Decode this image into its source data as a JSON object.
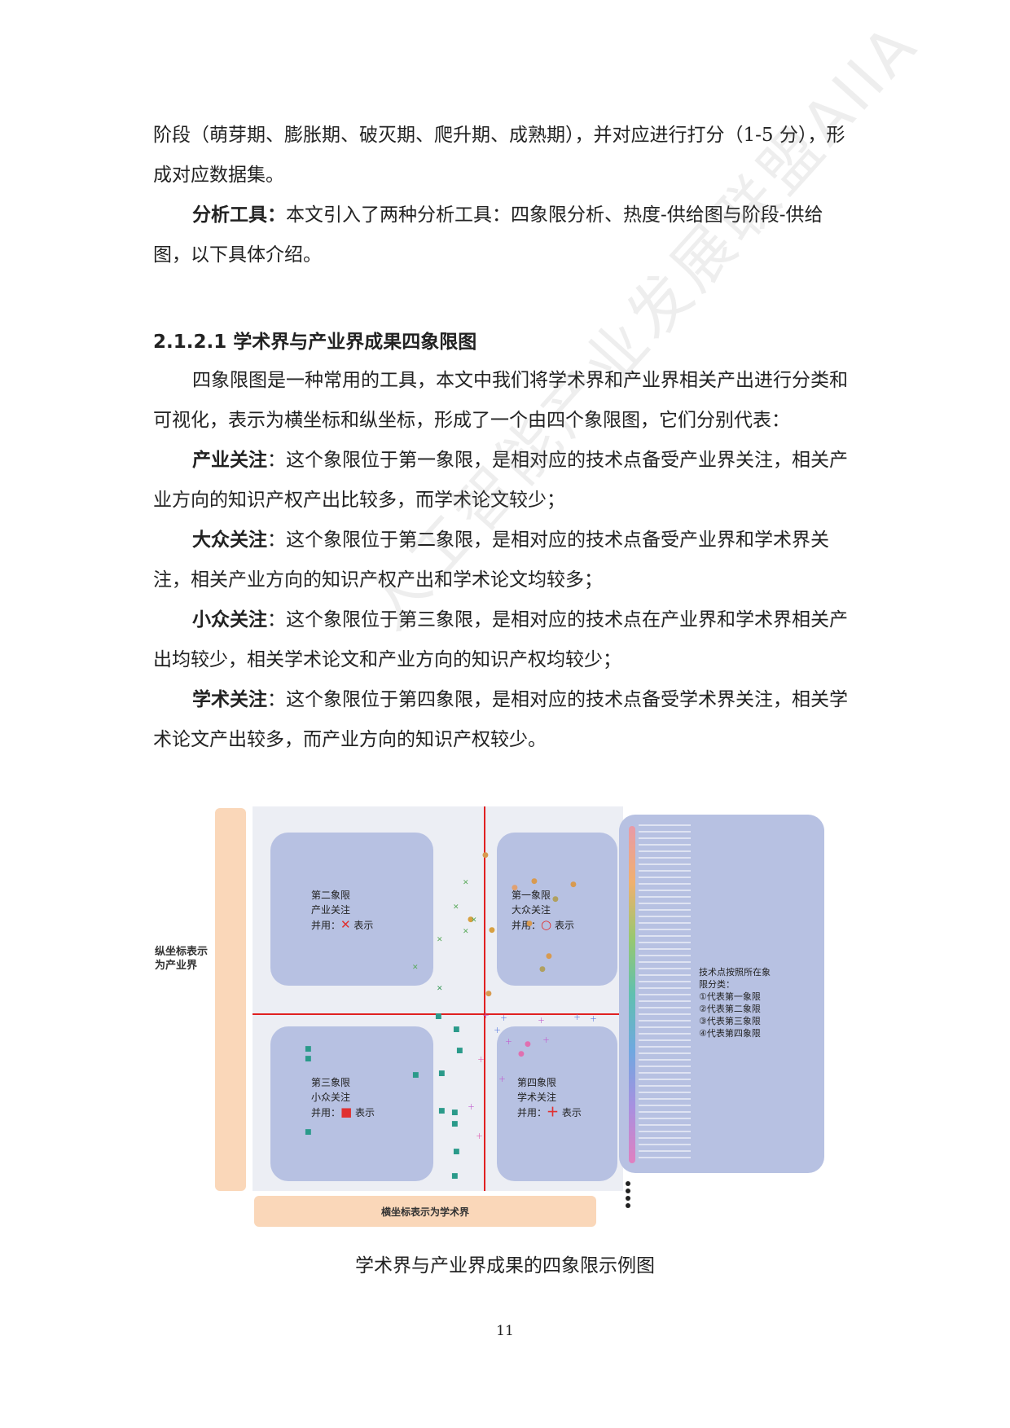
{
  "paragraphs": [
    {
      "lead": "",
      "text": "阶段（萌芽期、膨胀期、破灭期、爬升期、成熟期），并对应进行打分（1-5 分），形成对应数据集。"
    },
    {
      "lead": "分析工具：",
      "text": "本文引入了两种分析工具：四象限分析、热度-供给图与阶段-供给图，以下具体介绍。"
    }
  ],
  "section_heading": "2.1.2.1  学术界与产业界成果四象限图",
  "intro": "四象限图是一种常用的工具，本文中我们将学术界和产业界相关产出进行分类和可视化，表示为横坐标和纵坐标，形成了一个由四个象限图，它们分别代表：",
  "definitions": [
    {
      "lead": "产业关注",
      "text": "：这个象限位于第一象限，是相对应的技术点备受产业界关注，相关产业方向的知识产权产出比较多，而学术论文较少；"
    },
    {
      "lead": "大众关注",
      "text": "：这个象限位于第二象限，是相对应的技术点备受产业界和学术界关注，相关产业方向的知识产权产出和学术论文均较多；"
    },
    {
      "lead": "小众关注",
      "text": "：这个象限位于第三象限，是相对应的技术点在产业界和学术界相关产出均较少，相关学术论文和产业方向的知识产权均较少；"
    },
    {
      "lead": "学术关注",
      "text": "：这个象限位于第四象限，是相对应的技术点备受学术界关注，相关学术论文产出较多，而产业方向的知识产权较少。"
    }
  ],
  "watermark": "人工智能产业发展联盟AIIA",
  "figure": {
    "y_axis_label": "纵坐标表示为产业界",
    "x_axis_label": "横坐标表示为学术界",
    "quadrants": {
      "q2": {
        "title": "第二象限",
        "name": "产业关注",
        "use_prefix": "并用：",
        "symbol": "✕",
        "suffix": "表示"
      },
      "q1": {
        "title": "第一象限",
        "name": "大众关注",
        "use_prefix": "并用：",
        "symbol": "○",
        "suffix": "表示"
      },
      "q3": {
        "title": "第三象限",
        "name": "小众关注",
        "use_prefix": "并用：",
        "symbol": "■",
        "suffix": "表示"
      },
      "q4": {
        "title": "第四象限",
        "name": "学术关注",
        "use_prefix": "并用：",
        "symbol": "＋",
        "suffix": "表示"
      }
    },
    "legend_note": [
      "技术点按照所在象",
      "限分类：",
      "①代表第一象限",
      "②代表第二象限",
      "③代表第三象限",
      "④代表第四象限"
    ],
    "colors": {
      "axis": "#e02020",
      "quadrant_box": "#b7c1e2",
      "band": "#fad7b9",
      "q1": "#d89a50",
      "q2": "#5aaa5a",
      "q3": "#2a9a8a",
      "q4": "#c060d0"
    }
  },
  "caption": "学术界与产业界成果的四象限示例图",
  "page_number": "11"
}
